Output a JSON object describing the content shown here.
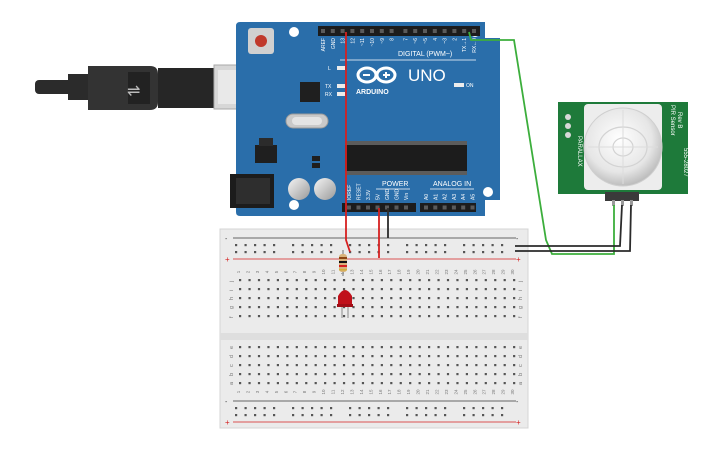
{
  "arduino": {
    "brand": "ARDUINO",
    "model": "UNO",
    "digital_header": "DIGITAL (PWM~)",
    "power_header": "POWER",
    "analog_header": "ANALOG IN",
    "led_l": "L",
    "led_tx": "TX",
    "led_rx": "RX",
    "led_on": "ON",
    "digital_pins": [
      "AREF",
      "GND",
      "13",
      "12",
      "~11",
      "~10",
      "~9",
      "8",
      "7",
      "~6",
      "~5",
      "4",
      "~3",
      "2",
      "TX→1",
      "RX←0"
    ],
    "power_pins": [
      "IOREF",
      "RESET",
      "3.3V",
      "5V",
      "GND",
      "GND",
      "Vin"
    ],
    "analog_pins": [
      "A0",
      "A1",
      "A2",
      "A3",
      "A4",
      "A5"
    ]
  },
  "pir": {
    "line1": "PIR Sensor",
    "line2": "Rev B",
    "line3": "555-28027",
    "brand": "PARALLAX"
  },
  "breadboard": {
    "columns": [
      "1",
      "2",
      "3",
      "4",
      "5",
      "6",
      "7",
      "8",
      "9",
      "10",
      "11",
      "12",
      "13",
      "14",
      "15",
      "16",
      "17",
      "18",
      "19",
      "20",
      "21",
      "22",
      "23",
      "24",
      "25",
      "26",
      "27",
      "28",
      "29",
      "30"
    ],
    "rows_top": [
      "j",
      "i",
      "h",
      "g",
      "f"
    ],
    "rows_bottom": [
      "e",
      "d",
      "c",
      "b",
      "a"
    ],
    "rail_plus": "+",
    "rail_minus": "-"
  },
  "colors": {
    "board_blue": "#2a6eaa",
    "wire_red": "#d62020",
    "wire_black": "#2b2b2b",
    "wire_green": "#3cae3c",
    "pir_green": "#1e7a3a",
    "led_red": "#c0101a"
  }
}
